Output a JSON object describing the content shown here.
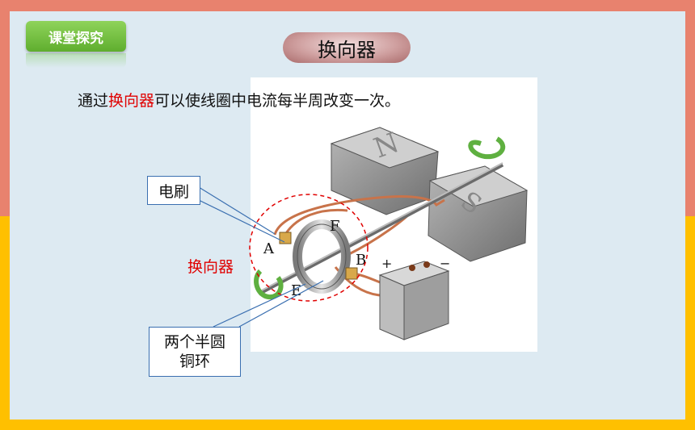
{
  "header": {
    "tag_label": "课堂探究",
    "title": "换向器"
  },
  "body": {
    "sentence_before": "通过",
    "sentence_highlight": "换向器",
    "sentence_after": "可以使线圈中电流每半周改变一次。"
  },
  "labels": {
    "brush": "电刷",
    "commutator": "换向器",
    "rings_line1": "两个半圆",
    "rings_line2": "铜环"
  },
  "diagram": {
    "pole_n": "N",
    "pole_s": "S",
    "point_a": "A",
    "point_b": "B",
    "point_e": "E",
    "point_f": "F",
    "plus": "+",
    "minus": "−"
  },
  "colors": {
    "frame_top": "#E8826E",
    "frame_bottom": "#FFC000",
    "panel": "#DDEAF2",
    "tag_green": "#6bbf3a",
    "highlight_red": "#e00000",
    "callout_blue": "#3a6fb0"
  }
}
